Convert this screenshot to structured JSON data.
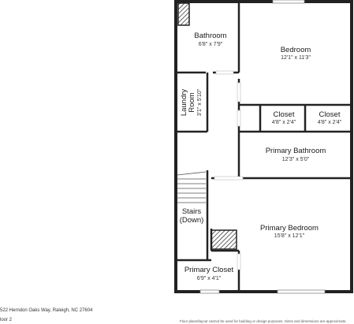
{
  "floorplan": {
    "rooms": [
      {
        "id": "bathroom",
        "name": "Bathroom",
        "dims": "6'8\" x 7'9\""
      },
      {
        "id": "bedroom",
        "name": "Bedroom",
        "dims": "12'1\" x 11'3\""
      },
      {
        "id": "laundry",
        "name_line1": "Laundry",
        "name_line2": "Room",
        "dims": "3'1\" x 5'10\""
      },
      {
        "id": "closet1",
        "name": "Closet",
        "dims": "4'8\" x 2'4\""
      },
      {
        "id": "closet2",
        "name": "Closet",
        "dims": "4'8\" x 2'4\""
      },
      {
        "id": "primary-bathroom",
        "name": "Primary Bathroom",
        "dims": "12'3\" x 5'0\""
      },
      {
        "id": "stairs",
        "name_line1": "Stairs",
        "name_line2": "(Down)"
      },
      {
        "id": "primary-bedroom",
        "name": "Primary Bedroom",
        "dims": "15'8\" x 12'1\""
      },
      {
        "id": "primary-closet",
        "name": "Primary Closet",
        "dims": "6'9\" x 4'1\""
      }
    ]
  },
  "footer": {
    "address": "522 Herndon Oaks Way, Raleigh, NC 27604",
    "floor": "loor 2",
    "disclaimer": "Floor plans/layout cannot be used for building or design purposes. Sizes and dimensions are approximate."
  }
}
